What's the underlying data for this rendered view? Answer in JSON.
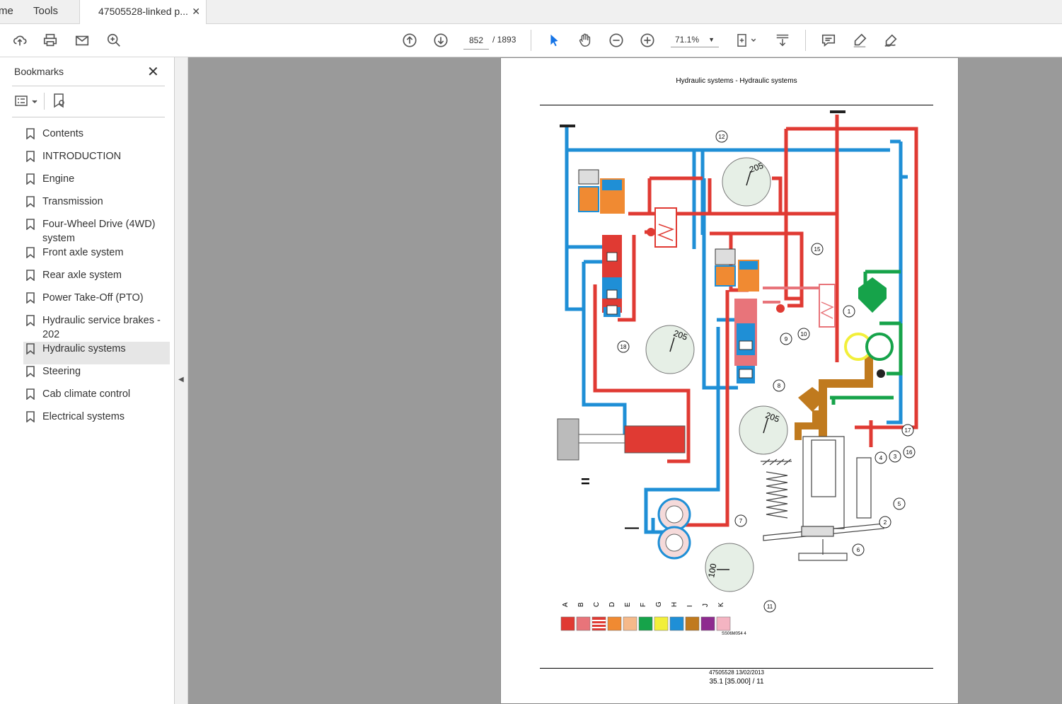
{
  "tabs": {
    "home_label": "me",
    "tools_label": "Tools",
    "doc_label": "47505528-linked p...",
    "close_glyph": "✕"
  },
  "toolbar": {
    "icons": [
      "upload-icon",
      "print-icon",
      "mail-icon",
      "find-icon",
      "page-up-icon",
      "page-down-icon",
      "select-icon",
      "hand-icon",
      "zoom-out-icon",
      "zoom-in-icon",
      "fit-page-icon",
      "scroll-mode-icon",
      "comment-icon",
      "highlight-icon",
      "sign-icon"
    ],
    "current_page": "852",
    "total_pages": "/ 1893",
    "zoom": "71.1%"
  },
  "sidebar": {
    "title": "Bookmarks",
    "close_glyph": "✕",
    "items": [
      {
        "label": "Contents"
      },
      {
        "label": "INTRODUCTION"
      },
      {
        "label": "Engine"
      },
      {
        "label": "Transmission"
      },
      {
        "label": "Four-Wheel Drive (4WD) system"
      },
      {
        "label": "Front axle system"
      },
      {
        "label": "Rear axle system"
      },
      {
        "label": "Power Take-Off (PTO)"
      },
      {
        "label": "Hydraulic service brakes - 202"
      },
      {
        "label": "Hydraulic systems"
      },
      {
        "label": "Steering"
      },
      {
        "label": "Cab climate control"
      },
      {
        "label": "Electrical systems"
      }
    ],
    "selected_index": 9
  },
  "page": {
    "header": "Hydraulic systems - Hydraulic systems",
    "footer_line1": "47505528 13/02/2013",
    "footer_line2": "35.1 [35.000] / 11",
    "figure_code": "SS06M054    4",
    "gauge_readings": {
      "g12": "205",
      "g18": "205",
      "g8": "205",
      "g11": "100"
    },
    "callouts": [
      "12",
      "15",
      "1",
      "10",
      "9",
      "18",
      "8",
      "17",
      "16",
      "3",
      "4",
      "5",
      "2",
      "7",
      "6",
      "11"
    ],
    "symbols": {
      "plus": "=",
      "minus": "—"
    },
    "legend": [
      {
        "letter": "A",
        "color": "#e03a33"
      },
      {
        "letter": "B",
        "color": "#e8747a"
      },
      {
        "letter": "C",
        "color": "#e03a33",
        "striped": true
      },
      {
        "letter": "D",
        "color": "#f08a32"
      },
      {
        "letter": "E",
        "color": "#f5b98a"
      },
      {
        "letter": "F",
        "color": "#16a34a"
      },
      {
        "letter": "G",
        "color": "#f2ef3a"
      },
      {
        "letter": "H",
        "color": "#1f8fd6"
      },
      {
        "letter": "I",
        "color": "#c07a1e"
      },
      {
        "letter": "J",
        "color": "#8e2b8f"
      },
      {
        "letter": "K",
        "color": "#f4b4c2"
      }
    ]
  }
}
